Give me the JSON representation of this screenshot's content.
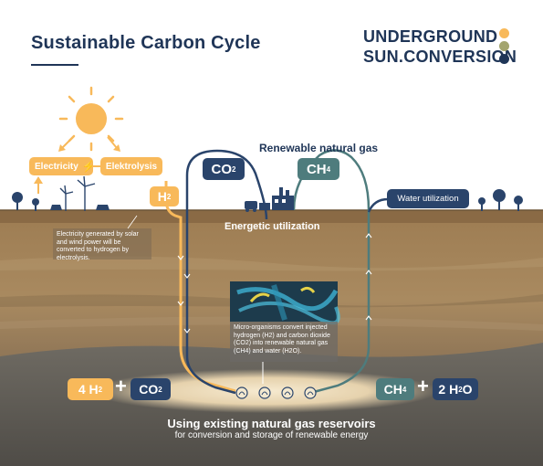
{
  "header": {
    "title": "Sustainable Carbon Cycle",
    "brand_line1": "UNDERGROUND",
    "brand_line2": "SUN.CONVERSION",
    "brand_dot_colors": [
      "#f8b95a",
      "#a3a56e",
      "#1f3557"
    ]
  },
  "colors": {
    "navy": "#2a446b",
    "orange": "#f8b95a",
    "teal": "#4e7c7d",
    "cream": "#f3e8cf",
    "soil": "#9a7b54"
  },
  "surface": {
    "electricity_label": "Electricity",
    "electrolysis_label": "Elektrolysis",
    "h2_label": "H",
    "h2_sub": "2",
    "co2_label": "CO",
    "co2_sub": "2",
    "ch4_label": "CH",
    "ch4_sub": "4",
    "renewable_gas_label": "Renewable natural gas",
    "energetic_label": "Energetic utilization",
    "water_util_label": "Water utilization",
    "electricity_caption": "Electricity generated by solar and wind power will be converted to hydrogen by electrolysis."
  },
  "microbe": {
    "caption": "Micro-organisms convert injected hydrogen (H2) and carbon dioxide (CO2) into renewable natural gas (CH4) and water (H2O)."
  },
  "reservoir": {
    "in_h2_label": "4 H",
    "in_h2_sub": "2",
    "plus_symbol": "+",
    "in_co2_label": "CO",
    "in_co2_sub": "2",
    "out_ch4_label": "CH",
    "out_ch4_sub": "4",
    "out_h2o_pre": "2 H",
    "out_h2o_sub": "2",
    "out_h2o_post": "O",
    "heading": "Using existing natural gas reservoirs",
    "subheading": "for conversion and storage of renewable energy"
  }
}
